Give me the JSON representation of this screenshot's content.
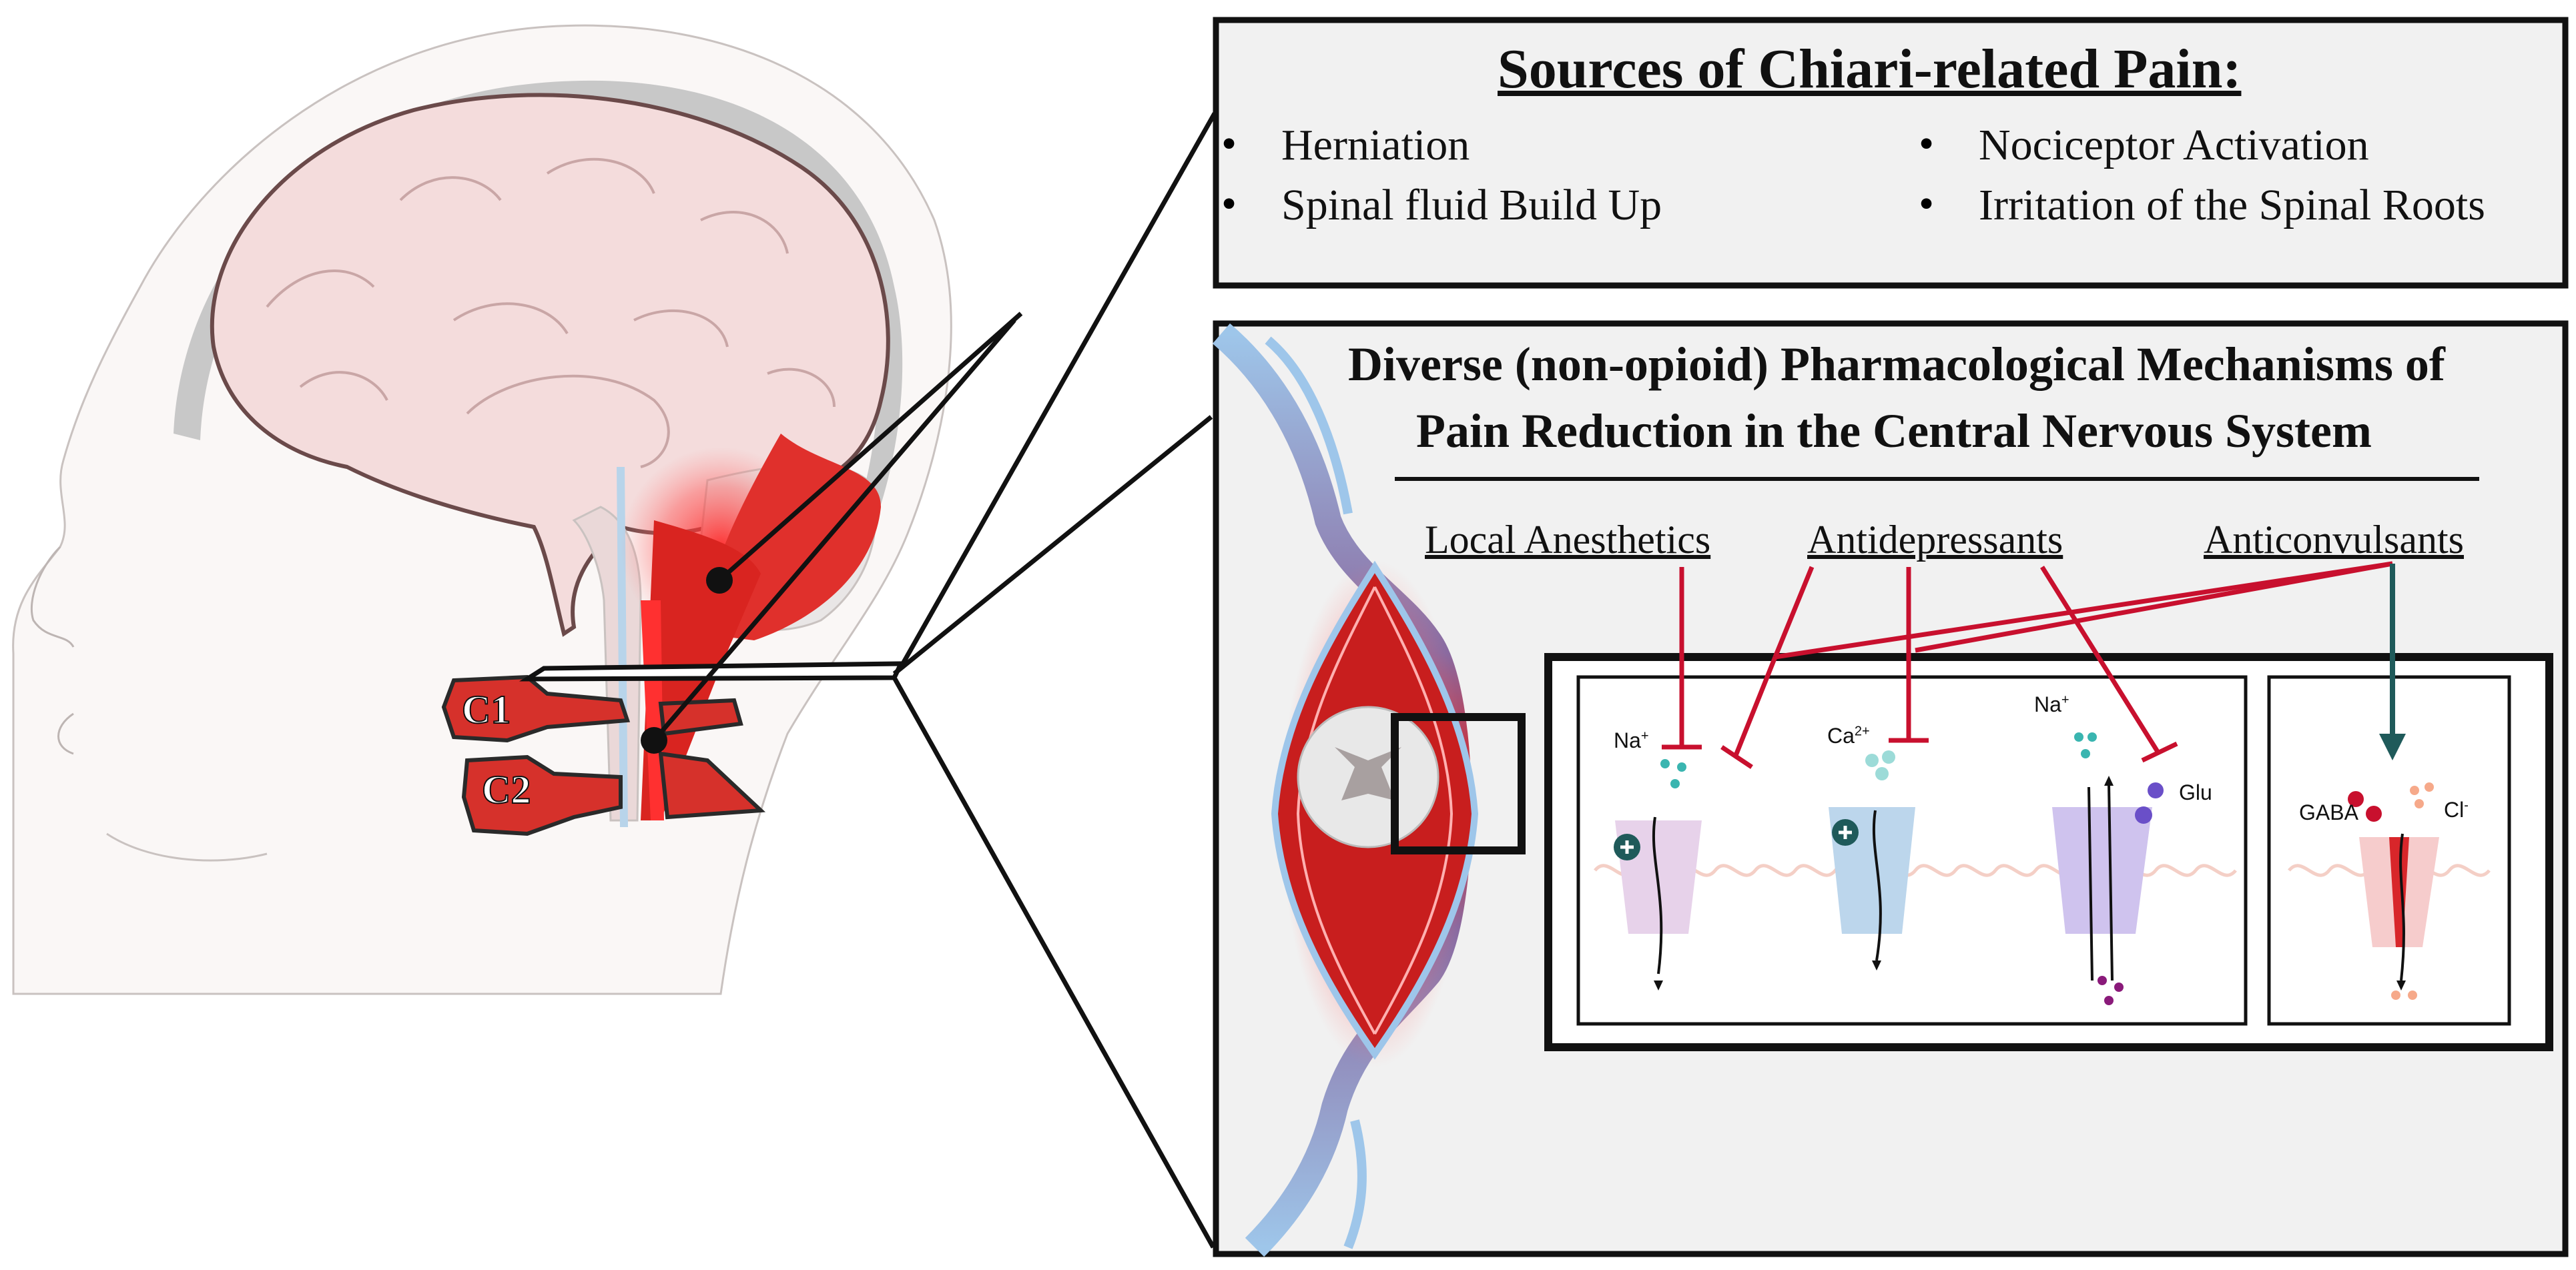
{
  "vertebra_labels": {
    "c1": "C1",
    "c2": "C2"
  },
  "sources": {
    "title": "Sources of Chiari-related Pain:",
    "left_items": [
      "Herniation",
      "Spinal fluid Build Up"
    ],
    "right_items": [
      "Nociceptor Activation",
      "Irritation of the Spinal Roots"
    ]
  },
  "mechanisms": {
    "title_line1": "Diverse (non-opioid) Pharmacological Mechanisms of",
    "title_line2": "Pain Reduction in the Central Nervous System",
    "drug_classes": [
      "Local Anesthetics",
      "Antidepressants",
      "Anticonvulsants"
    ]
  },
  "ions": {
    "sodium_1": "Na",
    "sodium_1_sup": "+",
    "calcium": "Ca",
    "calcium_sup": "2+",
    "sodium_2": "Na",
    "sodium_2_sup": "+",
    "glutamate": "Glu",
    "gaba": "GABA",
    "chloride": "Cl",
    "chloride_sup": "-"
  },
  "colors": {
    "inhibition": "#c8102e",
    "activation": "#1f5a5a",
    "box_fill": "#f1f1f1"
  }
}
